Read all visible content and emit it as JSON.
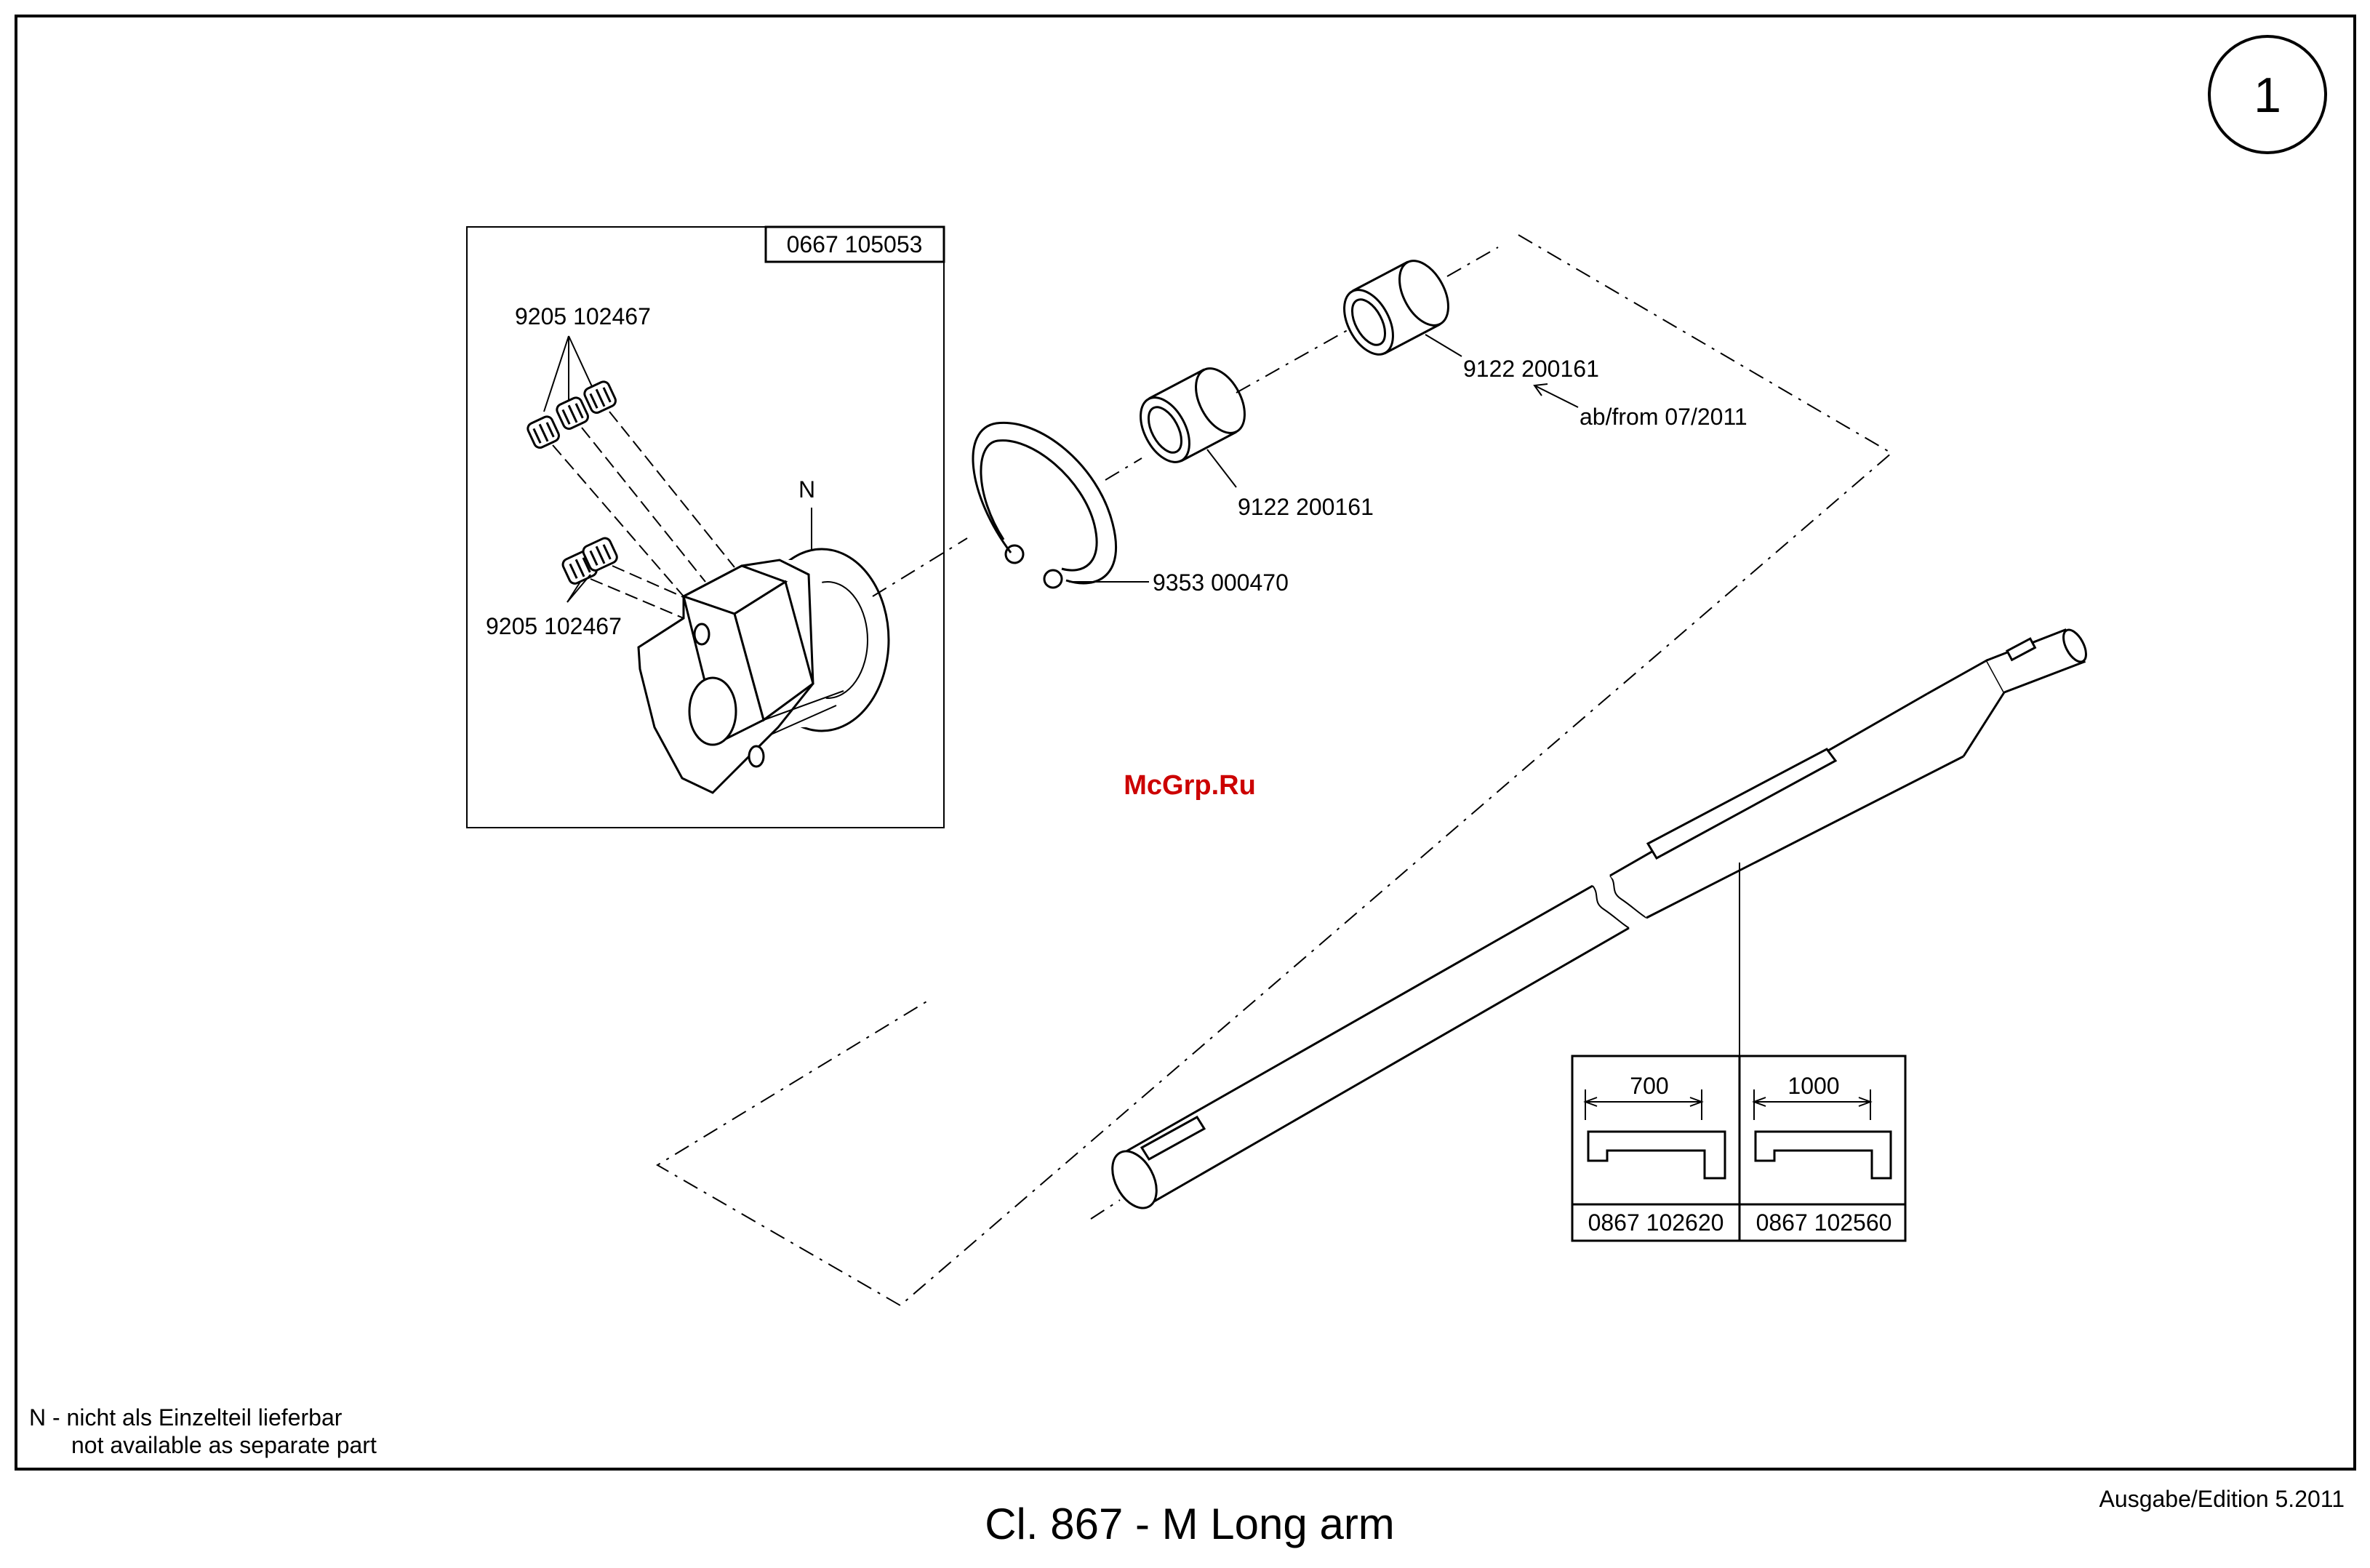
{
  "page_number": "1",
  "assembly_label": "0667 105053",
  "parts": {
    "setscrew_upper": "9205 102467",
    "setscrew_lower": "9205 102467",
    "hub_marker": "N",
    "ring": "9353 000470",
    "bearing_front": "9122 200161",
    "bearing_rear": "9122 200161",
    "from_note": "ab/from   07/2011"
  },
  "shaft_table": {
    "cells": [
      {
        "dimension": "700",
        "part": "0867 102620"
      },
      {
        "dimension": "1000",
        "part": "0867 102560"
      }
    ]
  },
  "footnote": {
    "line1": "N - nicht als Einzelteil lieferbar",
    "line2": "not available as separate part"
  },
  "edition": "Ausgabe/Edition  5.2011",
  "title": "Cl. 867 - M Long arm",
  "watermark": "McGrp.Ru",
  "colors": {
    "line": "#000000",
    "watermark": "#cc0000",
    "background": "#ffffff"
  }
}
